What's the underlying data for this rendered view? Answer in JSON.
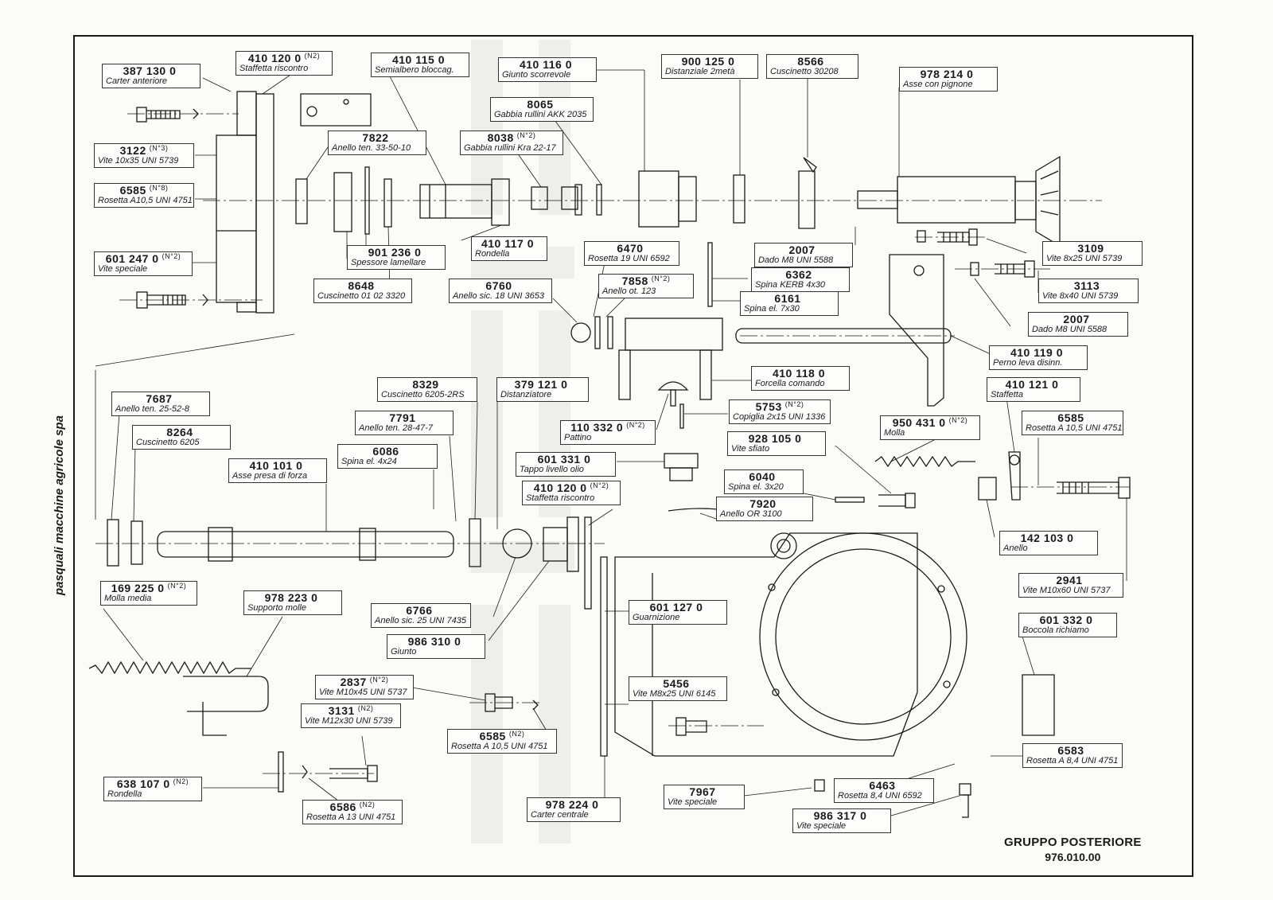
{
  "company": "pasquali macchine agricole spa",
  "title": {
    "line1": "GRUPPO POSTERIORE",
    "line2": "976.010.00"
  },
  "colors": {
    "ink": "#1a1a1a",
    "paper": "#fbfbf8",
    "watermark": "#9a9a9a"
  },
  "parts": [
    {
      "code": "387 130 0",
      "qty": "",
      "desc": "Carter anteriore"
    },
    {
      "code": "410 120 0",
      "qty": "(N2)",
      "desc": "Staffetta riscontro"
    },
    {
      "code": "410 115 0",
      "qty": "",
      "desc": "Semialbero bloccag."
    },
    {
      "code": "410 116 0",
      "qty": "",
      "desc": "Giunto scorrevole"
    },
    {
      "code": "900 125 0",
      "qty": "",
      "desc": "Distanziale 2metà"
    },
    {
      "code": "8566",
      "qty": "",
      "desc": "Cuscinetto 30208"
    },
    {
      "code": "978 214 0",
      "qty": "",
      "desc": "Asse con pignone"
    },
    {
      "code": "8065",
      "qty": "",
      "desc": "Gabbia rullini AKK 2035"
    },
    {
      "code": "8038",
      "qty": "(N°2)",
      "desc": "Gabbia rullini Kra 22-17"
    },
    {
      "code": "7822",
      "qty": "",
      "desc": "Anello ten. 33-50-10"
    },
    {
      "code": "3122",
      "qty": "(N°3)",
      "desc": "Vite 10x35 UNI 5739"
    },
    {
      "code": "6585",
      "qty": "(N°8)",
      "desc": "Rosetta A10,5 UNI 4751"
    },
    {
      "code": "410 117 0",
      "qty": "",
      "desc": "Rondella"
    },
    {
      "code": "901 236 0",
      "qty": "",
      "desc": "Spessore lamellare"
    },
    {
      "code": "601 247 0",
      "qty": "(N°2)",
      "desc": "Vite speciale"
    },
    {
      "code": "8648",
      "qty": "",
      "desc": "Cuscinetto 01 02 3320"
    },
    {
      "code": "6470",
      "qty": "",
      "desc": "Rosetta 19 UNI 6592"
    },
    {
      "code": "2007",
      "qty": "",
      "desc": "Dado M8 UNI 5588"
    },
    {
      "code": "3109",
      "qty": "",
      "desc": "Vite 8x25 UNI 5739"
    },
    {
      "code": "6362",
      "qty": "",
      "desc": "Spina KERB 4x30"
    },
    {
      "code": "6760",
      "qty": "",
      "desc": "Anello sic. 18 UNI 3653"
    },
    {
      "code": "7858",
      "qty": "(N°2)",
      "desc": "Anello ot. 123"
    },
    {
      "code": "6161",
      "qty": "",
      "desc": "Spina el. 7x30"
    },
    {
      "code": "3113",
      "qty": "",
      "desc": "Vite 8x40 UNI 5739"
    },
    {
      "code": "2007",
      "qty": "",
      "desc": "Dado M8 UNI 5588"
    },
    {
      "code": "410 119 0",
      "qty": "",
      "desc": "Perno leva disinn."
    },
    {
      "code": "7687",
      "qty": "",
      "desc": "Anello ten. 25-52-8"
    },
    {
      "code": "8329",
      "qty": "",
      "desc": "Cuscinetto 6205-2RS"
    },
    {
      "code": "379 121 0",
      "qty": "",
      "desc": "Distanziatore"
    },
    {
      "code": "410 118 0",
      "qty": "",
      "desc": "Forcella comando"
    },
    {
      "code": "410 121 0",
      "qty": "",
      "desc": "Staffetta"
    },
    {
      "code": "8264",
      "qty": "",
      "desc": "Cuscinetto 6205"
    },
    {
      "code": "7791",
      "qty": "",
      "desc": "Anello ten. 28-47-7"
    },
    {
      "code": "110 332 0",
      "qty": "(N°2)",
      "desc": "Pattino"
    },
    {
      "code": "5753",
      "qty": "(N°2)",
      "desc": "Copiglia 2x15 UNI 1336"
    },
    {
      "code": "950 431 0",
      "qty": "(N°2)",
      "desc": "Molla"
    },
    {
      "code": "6585",
      "qty": "",
      "desc": "Rosetta A 10,5 UNI 4751"
    },
    {
      "code": "6086",
      "qty": "",
      "desc": "Spina el. 4x24"
    },
    {
      "code": "928 105 0",
      "qty": "",
      "desc": "Vite sfiato"
    },
    {
      "code": "410 101 0",
      "qty": "",
      "desc": "Asse presa di forza"
    },
    {
      "code": "601 331 0",
      "qty": "",
      "desc": "Tappo livello olio"
    },
    {
      "code": "410 120 0",
      "qty": "(N°2)",
      "desc": "Staffetta riscontro"
    },
    {
      "code": "6040",
      "qty": "",
      "desc": "Spina el. 3x20"
    },
    {
      "code": "7920",
      "qty": "",
      "desc": "Anello OR 3100"
    },
    {
      "code": "142 103 0",
      "qty": "",
      "desc": "Anello"
    },
    {
      "code": "2941",
      "qty": "",
      "desc": "Vite M10x60 UNI 5737"
    },
    {
      "code": "169 225 0",
      "qty": "(N°2)",
      "desc": "Molla media"
    },
    {
      "code": "978 223 0",
      "qty": "",
      "desc": "Supporto molle"
    },
    {
      "code": "6766",
      "qty": "",
      "desc": "Anello sic. 25 UNI 7435"
    },
    {
      "code": "601 127 0",
      "qty": "",
      "desc": "Guarnizione"
    },
    {
      "code": "986 310 0",
      "qty": "",
      "desc": "Giunto"
    },
    {
      "code": "601 332 0",
      "qty": "",
      "desc": "Boccola richiamo"
    },
    {
      "code": "2837",
      "qty": "(N°2)",
      "desc": "Vite M10x45 UNI 5737"
    },
    {
      "code": "5456",
      "qty": "",
      "desc": "Vite M8x25 UNI 6145"
    },
    {
      "code": "3131",
      "qty": "(N2)",
      "desc": "Vite M12x30 UNI 5739"
    },
    {
      "code": "6585",
      "qty": "(N2)",
      "desc": "Rosetta A 10,5 UNI 4751"
    },
    {
      "code": "6583",
      "qty": "",
      "desc": "Rosetta A 8,4 UNI 4751"
    },
    {
      "code": "638 107 0",
      "qty": "(N2)",
      "desc": "Rondella"
    },
    {
      "code": "6586",
      "qty": "(N2)",
      "desc": "Rosetta A 13 UNI 4751"
    },
    {
      "code": "978 224 0",
      "qty": "",
      "desc": "Carter centrale"
    },
    {
      "code": "7967",
      "qty": "",
      "desc": "Vite speciale"
    },
    {
      "code": "6463",
      "qty": "",
      "desc": "Rosetta 8,4 UNI 6592"
    },
    {
      "code": "986 317 0",
      "qty": "",
      "desc": "Vite speciale"
    }
  ]
}
